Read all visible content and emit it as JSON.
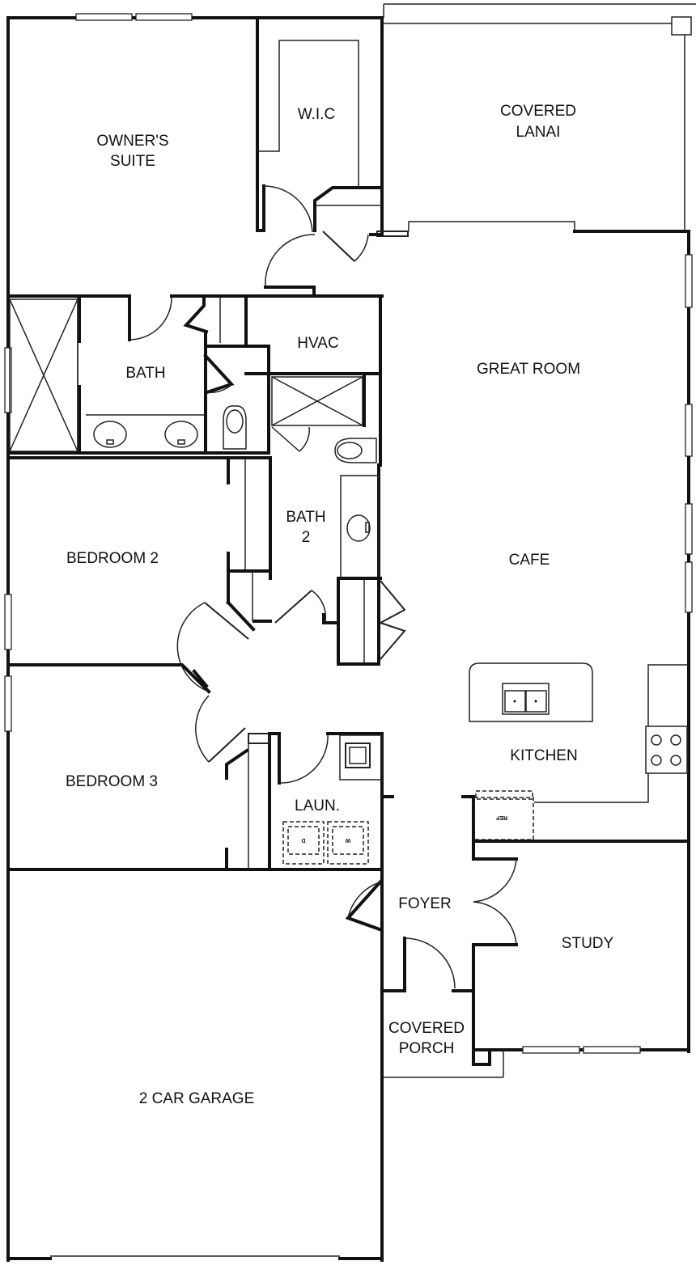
{
  "plan": {
    "rooms": {
      "owners_suite": [
        "OWNER'S",
        "SUITE"
      ],
      "wic": "W.I.C",
      "covered_lanai": [
        "COVERED",
        "LANAI"
      ],
      "bath": "BATH",
      "hvac": "HVAC",
      "great_room": "GREAT ROOM",
      "bath2": [
        "BATH",
        "2"
      ],
      "bedroom2": "BEDROOM 2",
      "cafe": "CAFE",
      "kitchen": "KITCHEN",
      "bedroom3": "BEDROOM 3",
      "laundry": "LAUN.",
      "foyer": "FOYER",
      "study": "STUDY",
      "covered_porch": [
        "COVERED",
        "PORCH"
      ],
      "garage": "2 CAR GARAGE"
    },
    "appliances": {
      "dryer": "D",
      "washer": "W",
      "refrigerator": "REF"
    },
    "colors": {
      "wall": "#111111",
      "background": "#ffffff"
    }
  }
}
